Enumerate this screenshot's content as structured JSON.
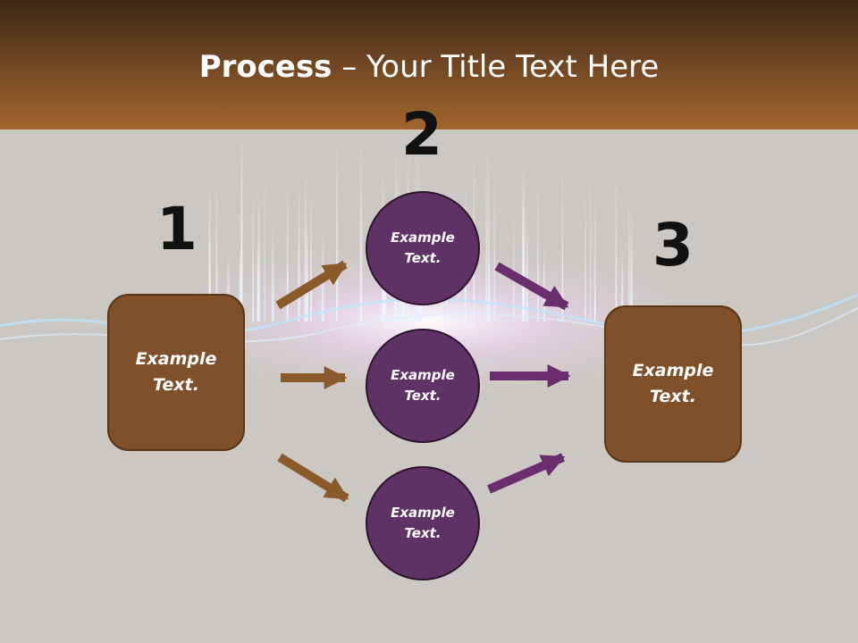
{
  "slide": {
    "title_bold": "Process",
    "title_rest": " – Your Title Text Here"
  },
  "steps": {
    "step1_number": "1",
    "step2_number": "2",
    "step3_number": "3"
  },
  "shapes": {
    "left_box": "Example Text.",
    "circle_top": "Example Text.",
    "circle_middle": "Example Text.",
    "circle_bottom": "Example Text.",
    "right_box": "Example Text."
  },
  "colors": {
    "header_brown": "#a2652f",
    "box_brown": "#7f502a",
    "circle_purple": "#5f3266",
    "arrow_brown": "#8a5a2b",
    "arrow_purple": "#6a2d6d",
    "background": "#cbc7c3"
  }
}
